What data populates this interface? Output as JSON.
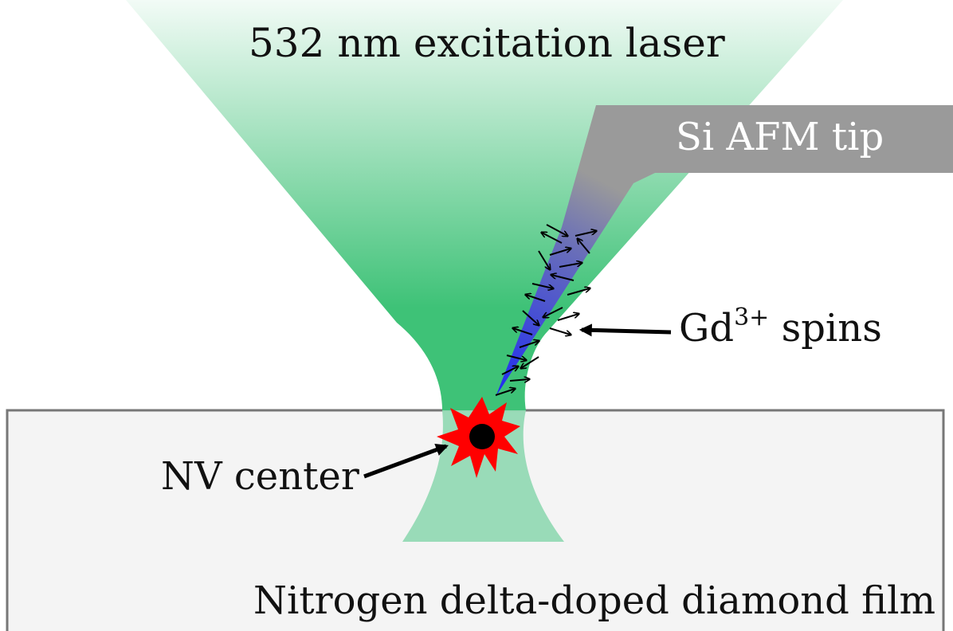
{
  "labels": {
    "laser": "532 nm excitation laser",
    "tip": "Si AFM tip",
    "spins_base": "Gd",
    "spins_sup": "3+",
    "spins_rest": " spins",
    "nv": "NV center",
    "film": "Nitrogen delta-doped diamond film"
  },
  "colors": {
    "laser_top": "#e6f6ee",
    "laser_mid": "#8fdcae",
    "laser_dense": "#3ec277",
    "laser_in_film": "#93d9b4",
    "tip_gray": "#999999",
    "tip_blue": "#2b36ee",
    "film_fill": "#f4f4f4",
    "film_border": "#777777",
    "nv_star": "#ff0000",
    "nv_core": "#000000",
    "arrow": "#000000"
  },
  "icons": {
    "nv": "red-starburst-with-black-dot",
    "spins": "small-black-arrows",
    "pointer": "black-arrow"
  }
}
